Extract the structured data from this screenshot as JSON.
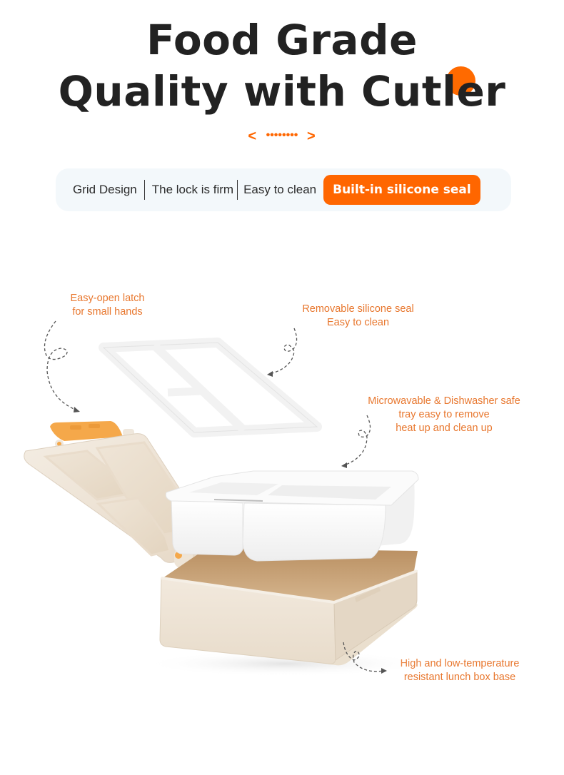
{
  "header": {
    "title_line_1": "Food Grade",
    "title_line_2": "Quality with Cutler",
    "accent_dot_color": "#ff6a00",
    "divider": {
      "left_arrow": "<",
      "dots": "••••••••",
      "right_arrow": ">"
    }
  },
  "feature_tabs": {
    "background": "#f3f8fb",
    "items": [
      {
        "label": "Grid Design",
        "active": false
      },
      {
        "label": "The lock is firm",
        "active": false
      },
      {
        "label": "Easy to clean",
        "active": false
      },
      {
        "label": "Built-in silicone seal",
        "active": true
      }
    ],
    "active_color": "#ff6600"
  },
  "callouts": [
    {
      "id": "latch",
      "lines": [
        "Easy-open latch",
        "for small hands"
      ]
    },
    {
      "id": "seal",
      "lines": [
        "Removable silicone seal",
        "Easy to clean"
      ]
    },
    {
      "id": "tray",
      "lines": [
        "Microwavable & Dishwasher safe",
        "tray easy to remove",
        "heat up and clean up"
      ]
    },
    {
      "id": "base",
      "lines": [
        "High and low-temperature",
        "resistant lunch box base"
      ]
    }
  ],
  "colors": {
    "title_text": "#222222",
    "accent": "#ff6600",
    "callout_text": "#e8772e",
    "dashed_arrow": "#555555",
    "box_beige": "#efe6da",
    "box_inner": "#c9a57c",
    "latch_orange": "#f5a84a",
    "tray_white": "#fafafa"
  },
  "product_image": {
    "description": "Exploded view of bento lunch box: lid with latch, silicone seal frame, removable white tray, beige base"
  }
}
